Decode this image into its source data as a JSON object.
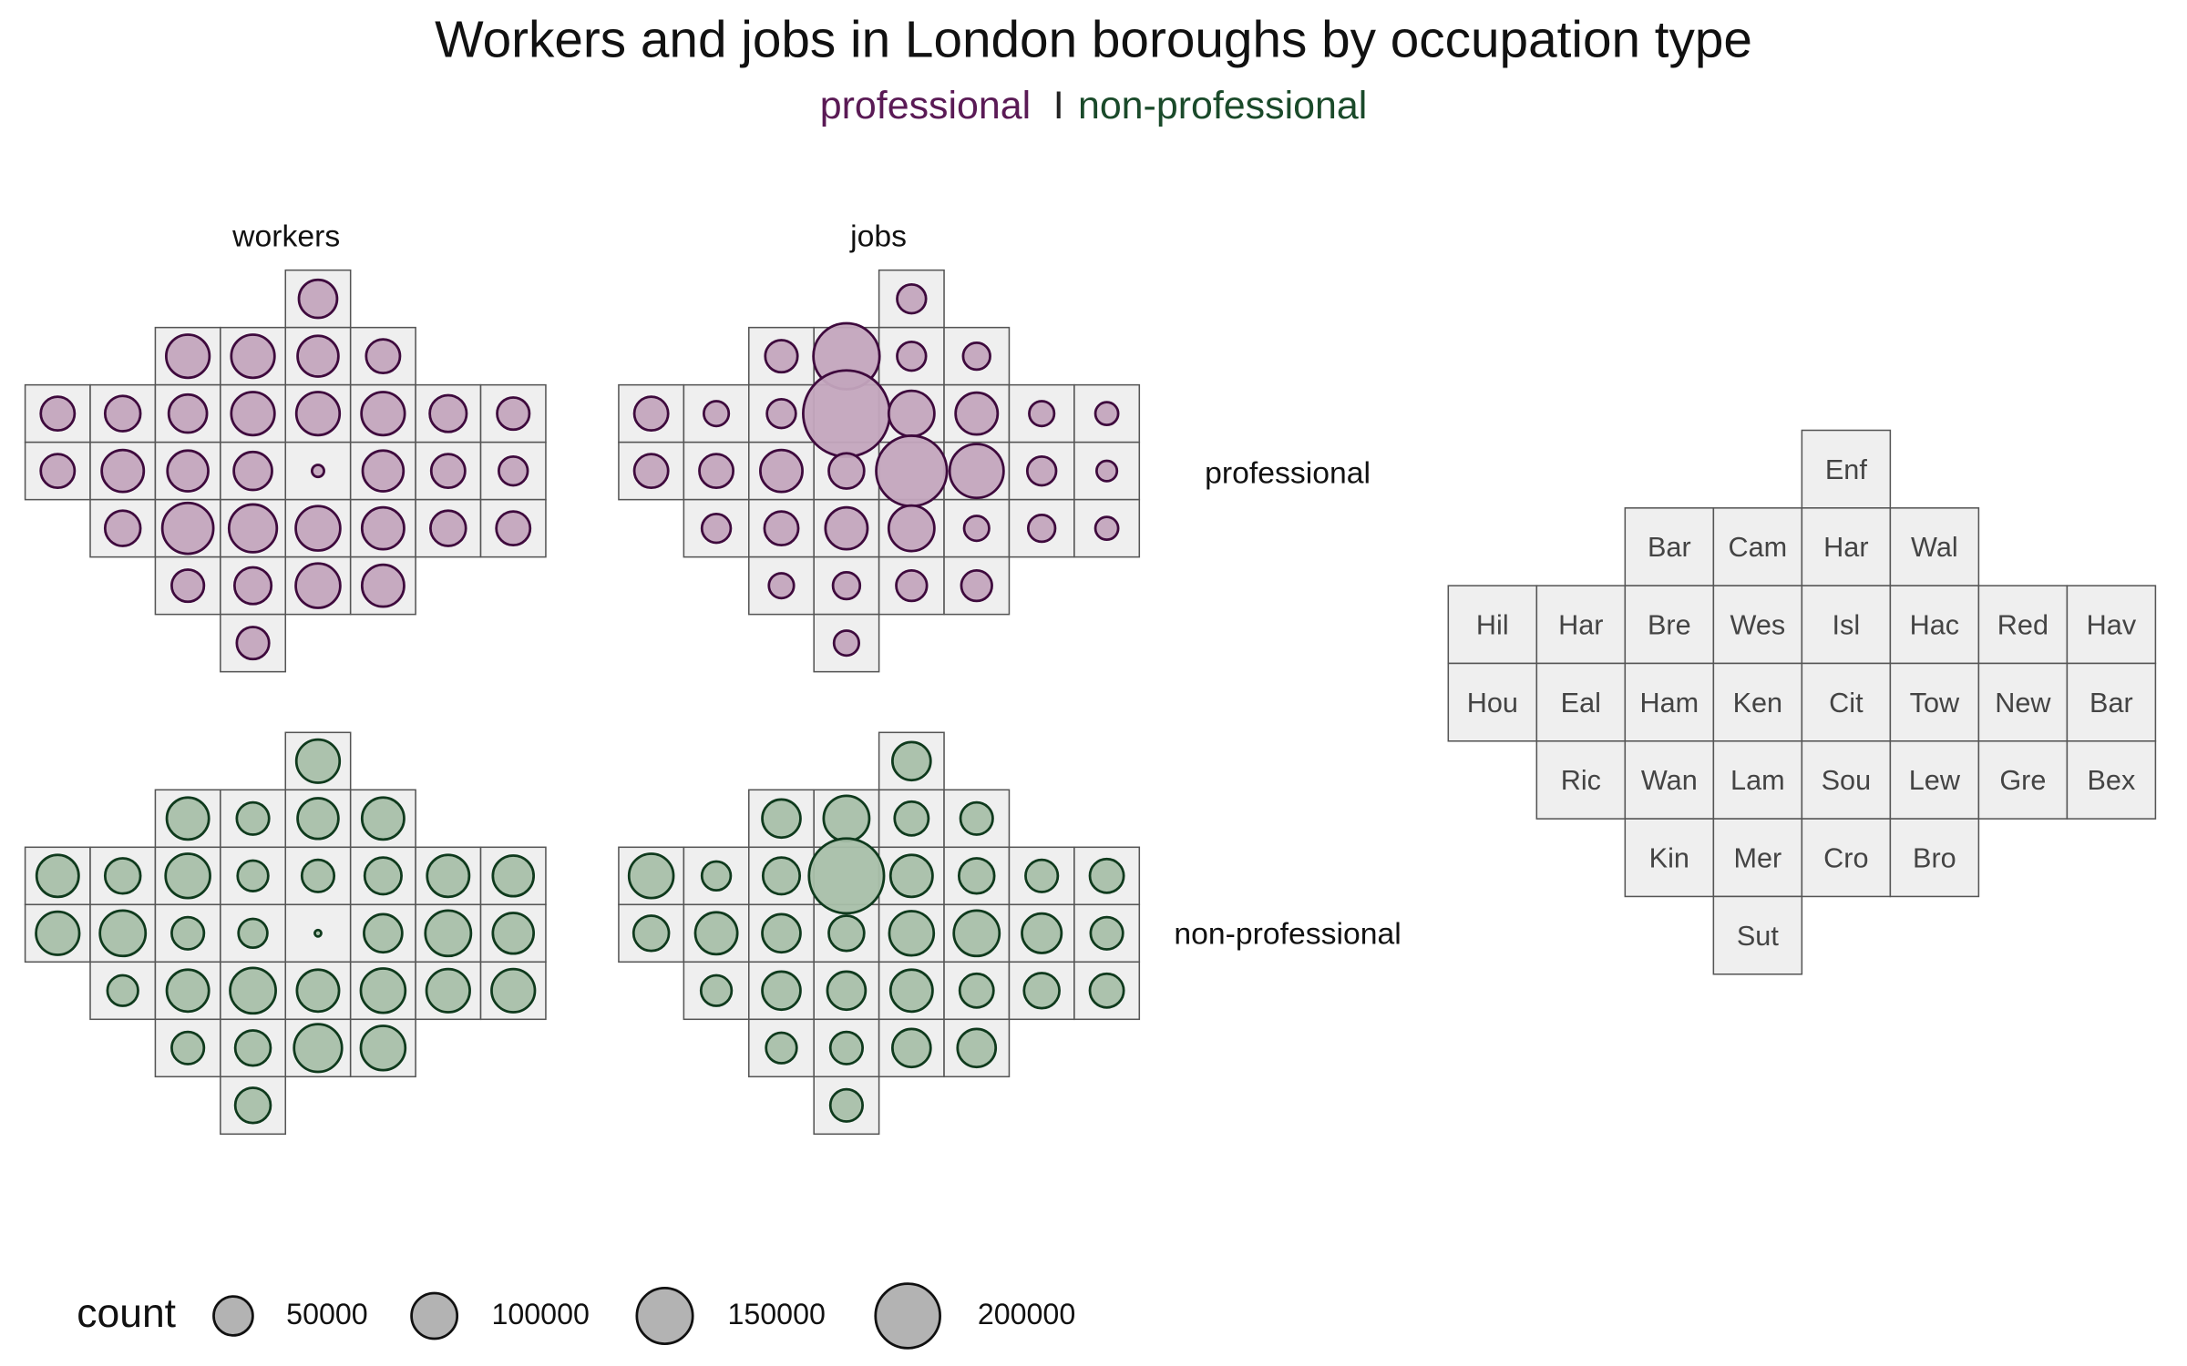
{
  "title": "Workers and jobs in London boroughs by occupation type",
  "subtitle": {
    "professional": "professional",
    "separator": "I",
    "non_professional": "non-professional"
  },
  "colors": {
    "professional_fill": "#c3a5bd",
    "professional_stroke": "#3e0a3d",
    "nonprofessional_fill": "#a8bfa9",
    "nonprofessional_stroke": "#0f3a1d",
    "tile_fill": "#efefef",
    "tile_stroke": "#555555",
    "legend_fill": "#b3b3b3"
  },
  "panels": {
    "workers": "workers",
    "jobs": "jobs"
  },
  "rows": {
    "professional": "professional",
    "non_professional": "non-professional"
  },
  "chart_data": {
    "type": "tile-map bubble grid",
    "title": "Workers and jobs in London boroughs by occupation type",
    "size_variable": "count",
    "boroughs": [
      {
        "name": "Enf",
        "col": 5,
        "row": 1
      },
      {
        "name": "Bar",
        "col": 3,
        "row": 2
      },
      {
        "name": "Cam",
        "col": 4,
        "row": 2
      },
      {
        "name": "Har",
        "col": 5,
        "row": 2
      },
      {
        "name": "Wal",
        "col": 6,
        "row": 2
      },
      {
        "name": "Hil",
        "col": 1,
        "row": 3
      },
      {
        "name": "Har",
        "col": 2,
        "row": 3
      },
      {
        "name": "Bre",
        "col": 3,
        "row": 3
      },
      {
        "name": "Wes",
        "col": 4,
        "row": 3
      },
      {
        "name": "Isl",
        "col": 5,
        "row": 3
      },
      {
        "name": "Hac",
        "col": 6,
        "row": 3
      },
      {
        "name": "Red",
        "col": 7,
        "row": 3
      },
      {
        "name": "Hav",
        "col": 8,
        "row": 3
      },
      {
        "name": "Hou",
        "col": 1,
        "row": 4
      },
      {
        "name": "Eal",
        "col": 2,
        "row": 4
      },
      {
        "name": "Ham",
        "col": 3,
        "row": 4
      },
      {
        "name": "Ken",
        "col": 4,
        "row": 4
      },
      {
        "name": "Cit",
        "col": 5,
        "row": 4
      },
      {
        "name": "Tow",
        "col": 6,
        "row": 4
      },
      {
        "name": "New",
        "col": 7,
        "row": 4
      },
      {
        "name": "Bar",
        "col": 8,
        "row": 4
      },
      {
        "name": "Ric",
        "col": 2,
        "row": 5
      },
      {
        "name": "Wan",
        "col": 3,
        "row": 5
      },
      {
        "name": "Lam",
        "col": 4,
        "row": 5
      },
      {
        "name": "Sou",
        "col": 5,
        "row": 5
      },
      {
        "name": "Lew",
        "col": 6,
        "row": 5
      },
      {
        "name": "Gre",
        "col": 7,
        "row": 5
      },
      {
        "name": "Bex",
        "col": 8,
        "row": 5
      },
      {
        "name": "Kin",
        "col": 3,
        "row": 6
      },
      {
        "name": "Mer",
        "col": 4,
        "row": 6
      },
      {
        "name": "Cro",
        "col": 5,
        "row": 6
      },
      {
        "name": "Bro",
        "col": 6,
        "row": 6
      },
      {
        "name": "Sut",
        "col": 4,
        "row": 7
      }
    ],
    "series_order": [
      "Enf",
      "Bar",
      "Cam",
      "Har",
      "Wal",
      "Hil",
      "Har",
      "Bre",
      "Wes",
      "Isl",
      "Hac",
      "Red",
      "Hav",
      "Hou",
      "Eal",
      "Ham",
      "Ken",
      "Cit",
      "Tow",
      "New",
      "Bar",
      "Ric",
      "Wan",
      "Lam",
      "Sou",
      "Lew",
      "Gre",
      "Bex",
      "Kin",
      "Mer",
      "Cro",
      "Bro",
      "Sut"
    ],
    "series": [
      {
        "name": "workers / professional",
        "values": [
          70000,
          90000,
          90000,
          80000,
          55000,
          55000,
          60000,
          70000,
          90000,
          90000,
          90000,
          65000,
          50000,
          55000,
          85000,
          80000,
          70000,
          7000,
          80000,
          55000,
          40000,
          60000,
          125000,
          110000,
          95000,
          85000,
          60000,
          55000,
          50000,
          65000,
          95000,
          85000,
          50000
        ]
      },
      {
        "name": "jobs / professional",
        "values": [
          40000,
          50000,
          210000,
          40000,
          35000,
          55000,
          30000,
          40000,
          360000,
          100000,
          85000,
          30000,
          25000,
          55000,
          55000,
          85000,
          60000,
          240000,
          140000,
          40000,
          20000,
          40000,
          55000,
          85000,
          100000,
          30000,
          35000,
          25000,
          30000,
          35000,
          45000,
          45000,
          30000
        ]
      },
      {
        "name": "workers / non-professional",
        "values": [
          90000,
          85000,
          50000,
          80000,
          85000,
          85000,
          60000,
          95000,
          45000,
          50000,
          65000,
          85000,
          80000,
          90000,
          100000,
          50000,
          40000,
          2000,
          70000,
          100000,
          80000,
          45000,
          85000,
          100000,
          85000,
          95000,
          90000,
          90000,
          50000,
          60000,
          110000,
          95000,
          60000
        ]
      },
      {
        "name": "jobs / non-professional",
        "values": [
          70000,
          70000,
          100000,
          55000,
          50000,
          95000,
          40000,
          65000,
          270000,
          85000,
          60000,
          50000,
          55000,
          60000,
          85000,
          70000,
          60000,
          95000,
          100000,
          75000,
          50000,
          45000,
          70000,
          70000,
          85000,
          55000,
          60000,
          55000,
          45000,
          50000,
          70000,
          70000,
          50000
        ]
      }
    ],
    "legend": {
      "title": "count",
      "entries": [
        {
          "label": "50000",
          "value": 50000
        },
        {
          "label": "100000",
          "value": 100000
        },
        {
          "label": "150000",
          "value": 150000
        },
        {
          "label": "200000",
          "value": 200000
        }
      ]
    }
  }
}
